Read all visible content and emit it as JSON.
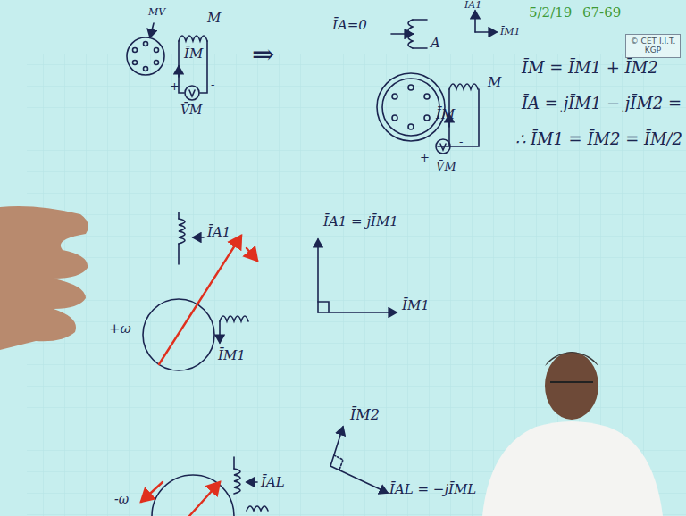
{
  "diagram": {
    "nodes": [
      {
        "text": [
          "© CET I.I.T. KGP"
        ]
      }
    ],
    "labels": [
      "5/2/19",
      "67-69",
      "MV",
      "M",
      "ĪM",
      "+",
      "-",
      "V̄M",
      "⇒",
      "ĪA=0",
      "A",
      "ĪA1",
      "ĪM1",
      "M",
      "ĪM",
      "+",
      "-",
      "V̄M",
      "ĪM = ĪM1 + ĪM2",
      "ĪA = jĪM1 − jĪM2 =",
      "∴ ĪM1 = ĪM2 = ĪM/2",
      "ĪA1",
      "+ω",
      "ĪM1",
      "ĪA1 = jĪM1",
      "ĪM1",
      "ĪAL",
      "-ω",
      "ĪM2",
      "ĪAL = −jĪML"
    ]
  }
}
